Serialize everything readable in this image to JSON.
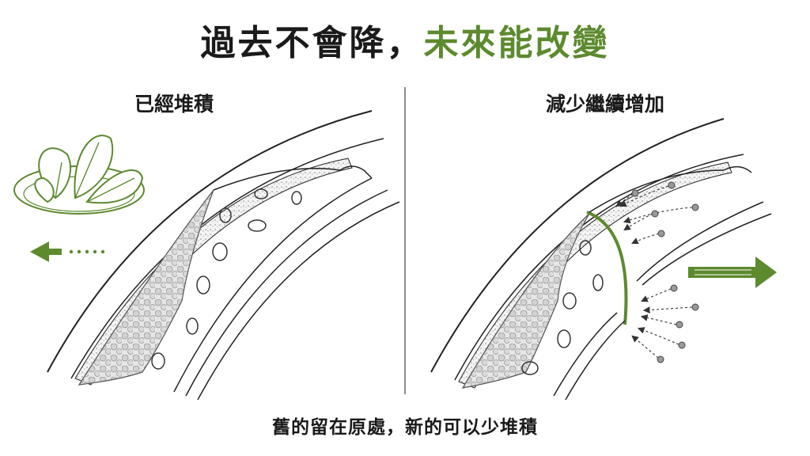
{
  "title": {
    "part1": "過去不會降，",
    "part2": "未來能改變"
  },
  "left_panel": {
    "label": "已經堆積"
  },
  "right_panel": {
    "label": "減少繼續增加"
  },
  "caption": "舊的留在原處，新的可以少堆積",
  "colors": {
    "accent_green": "#5c8a2e",
    "ink": "#1a1a1a",
    "plaque": "#cfcfcf"
  }
}
